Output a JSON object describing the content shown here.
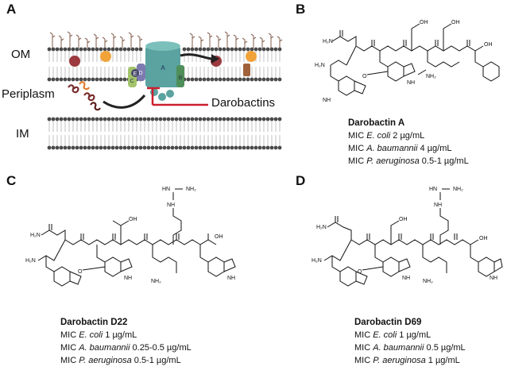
{
  "panels": {
    "a": {
      "letter": "A",
      "labels": {
        "om": "OM",
        "periplasm": "Periplasm",
        "darobactins": "Darobactins",
        "im": "IM"
      },
      "bam_subunits": [
        "A",
        "B",
        "C",
        "D",
        "E"
      ],
      "colors": {
        "membrane": "#4a4a4a",
        "barrel": "#5aa3a0",
        "inhibitor_line": "#cc1f2d",
        "lps": "#8a6a5a"
      }
    },
    "b": {
      "letter": "B",
      "compound": "Darobactin A",
      "mic": [
        {
          "prefix": "MIC",
          "organism": "E. coli",
          "value": "2 µg/mL"
        },
        {
          "prefix": "MIC",
          "organism": "A. baumannii",
          "value": "4 µg/mL"
        },
        {
          "prefix": "MIC",
          "organism": "P. aeruginosa",
          "value": "0.5-1 µg/mL"
        }
      ],
      "atoms": {
        "h2n": "H₂N",
        "nh2_a": "H₂N",
        "nh2_lys": "NH₂",
        "oh": "OH",
        "oh2": "OH",
        "acid": "OH",
        "nh_indole": "NH",
        "o": "O",
        "nh_trp": "NH"
      }
    },
    "c": {
      "letter": "C",
      "compound": "Darobactin D22",
      "mic": [
        {
          "prefix": "MIC",
          "organism": "E. coli",
          "value": "1 µg/mL"
        },
        {
          "prefix": "MIC",
          "organism": "A. baumannii",
          "value": "0.25-0.5 µg/mL"
        },
        {
          "prefix": "MIC",
          "organism": "P. aeruginosa",
          "value": "0.5-1 µg/mL"
        }
      ],
      "atoms": {
        "h2n": "H₂N",
        "nh2_a": "H₂N",
        "nh2_lys": "NH₂",
        "oh": "OH",
        "acid": "OH",
        "guan_n": "HN",
        "guan_nh2": "NH₂",
        "guan_nh": "NH",
        "nh_indole": "NH",
        "nh_trp": "NH",
        "o": "O"
      }
    },
    "d": {
      "letter": "D",
      "compound": "Darobactin D69",
      "mic": [
        {
          "prefix": "MIC",
          "organism": "E. coli",
          "value": "1 µg/mL"
        },
        {
          "prefix": "MIC",
          "organism": "A. baumannii",
          "value": "0.5 µg/mL"
        },
        {
          "prefix": "MIC",
          "organism": "P. aeruginosa",
          "value": "1 µg/mL"
        }
      ],
      "atoms": {
        "h2n": "H₂N",
        "nh2_a": "H₂N",
        "nh2_lys": "NH₂",
        "oh": "OH",
        "acid": "OH",
        "guan_n": "HN",
        "guan_nh2": "NH₂",
        "guan_nh": "NH",
        "nh_indole": "NH",
        "nh_trp": "NH",
        "o": "O"
      }
    }
  }
}
